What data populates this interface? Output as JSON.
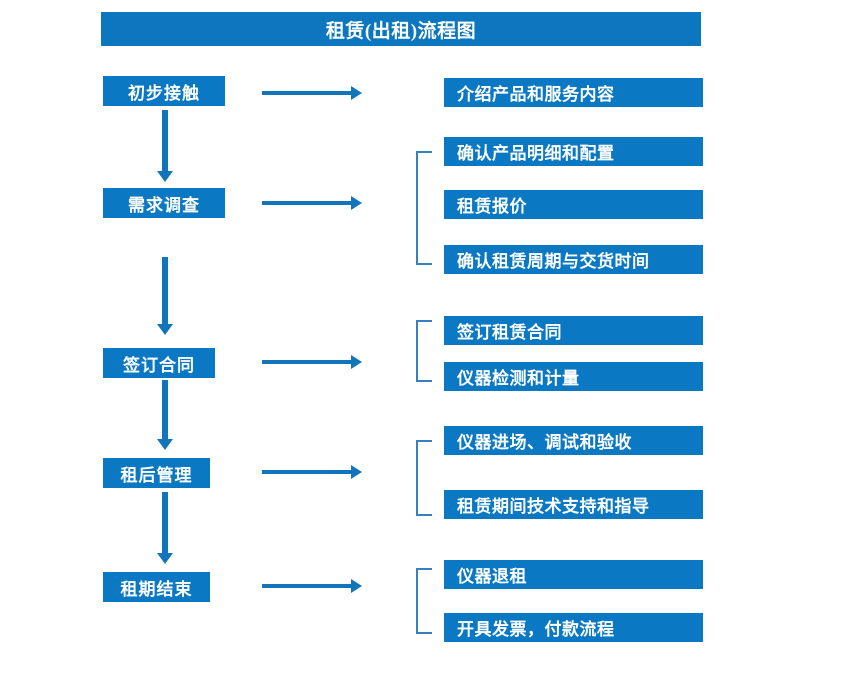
{
  "diagram": {
    "title": "租赁(出租)流程图",
    "colors": {
      "box_blue": "#0a78c2",
      "title_blue": "#0c77bf",
      "arrow_blue": "#1275bb",
      "bracket_blue": "#3a7fbd",
      "text_white": "#ffffff",
      "background": "#ffffff"
    },
    "stages": [
      {
        "id": "stage-1",
        "label": "初步接触",
        "outputs": [
          {
            "label": "介绍产品和服务内容"
          }
        ]
      },
      {
        "id": "stage-2",
        "label": "需求调查",
        "outputs": [
          {
            "label": "确认产品明细和配置"
          },
          {
            "label": "租赁报价"
          },
          {
            "label": "确认租赁周期与交货时间"
          }
        ]
      },
      {
        "id": "stage-3",
        "label": "签订合同",
        "outputs": [
          {
            "label": "签订租赁合同"
          },
          {
            "label": "仪器检测和计量"
          }
        ]
      },
      {
        "id": "stage-4",
        "label": "租后管理",
        "outputs": [
          {
            "label": "仪器进场、调试和验收"
          },
          {
            "label": "租赁期间技术支持和指导"
          }
        ]
      },
      {
        "id": "stage-5",
        "label": "租期结束",
        "outputs": [
          {
            "label": "仪器退租"
          },
          {
            "label": "开具发票，付款流程"
          }
        ]
      }
    ]
  }
}
